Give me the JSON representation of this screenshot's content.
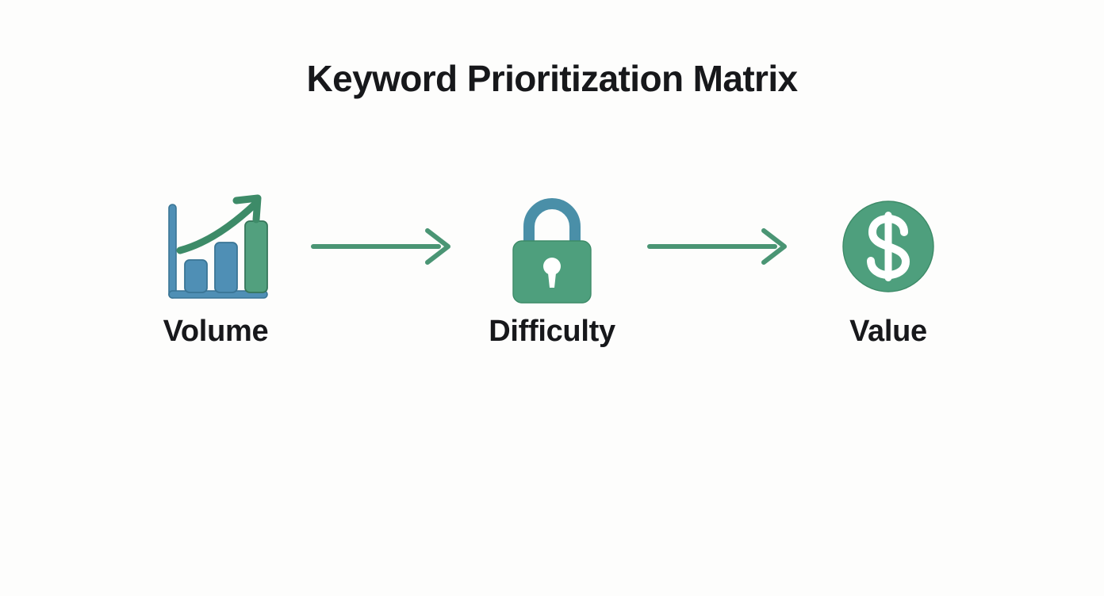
{
  "page": {
    "title": "Keyword Prioritization Matrix",
    "background_color": "#fdfdfc",
    "text_color": "#17181b"
  },
  "palette": {
    "green": "#4e9f7d",
    "green_dark": "#3d8b68",
    "green_stroke": "#36765a",
    "blue": "#4f8fb5",
    "blue_dark": "#3f7d9f",
    "blue_stroke": "#3a7595",
    "arrow_green": "#4a9574",
    "white": "#ffffff"
  },
  "flow": {
    "steps": [
      {
        "id": "volume",
        "label": "Volume",
        "icon": "bar-chart-growth-icon",
        "icon_description": "bar chart with three rising bars and an upward trend arrow"
      },
      {
        "id": "difficulty",
        "label": "Difficulty",
        "icon": "padlock-icon",
        "icon_description": "closed padlock with keyhole"
      },
      {
        "id": "value",
        "label": "Value",
        "icon": "dollar-coin-icon",
        "icon_description": "circular coin with dollar sign"
      }
    ],
    "connectors": [
      {
        "id": "connector-1",
        "icon": "arrow-right-icon"
      },
      {
        "id": "connector-2",
        "icon": "arrow-right-icon"
      }
    ]
  }
}
